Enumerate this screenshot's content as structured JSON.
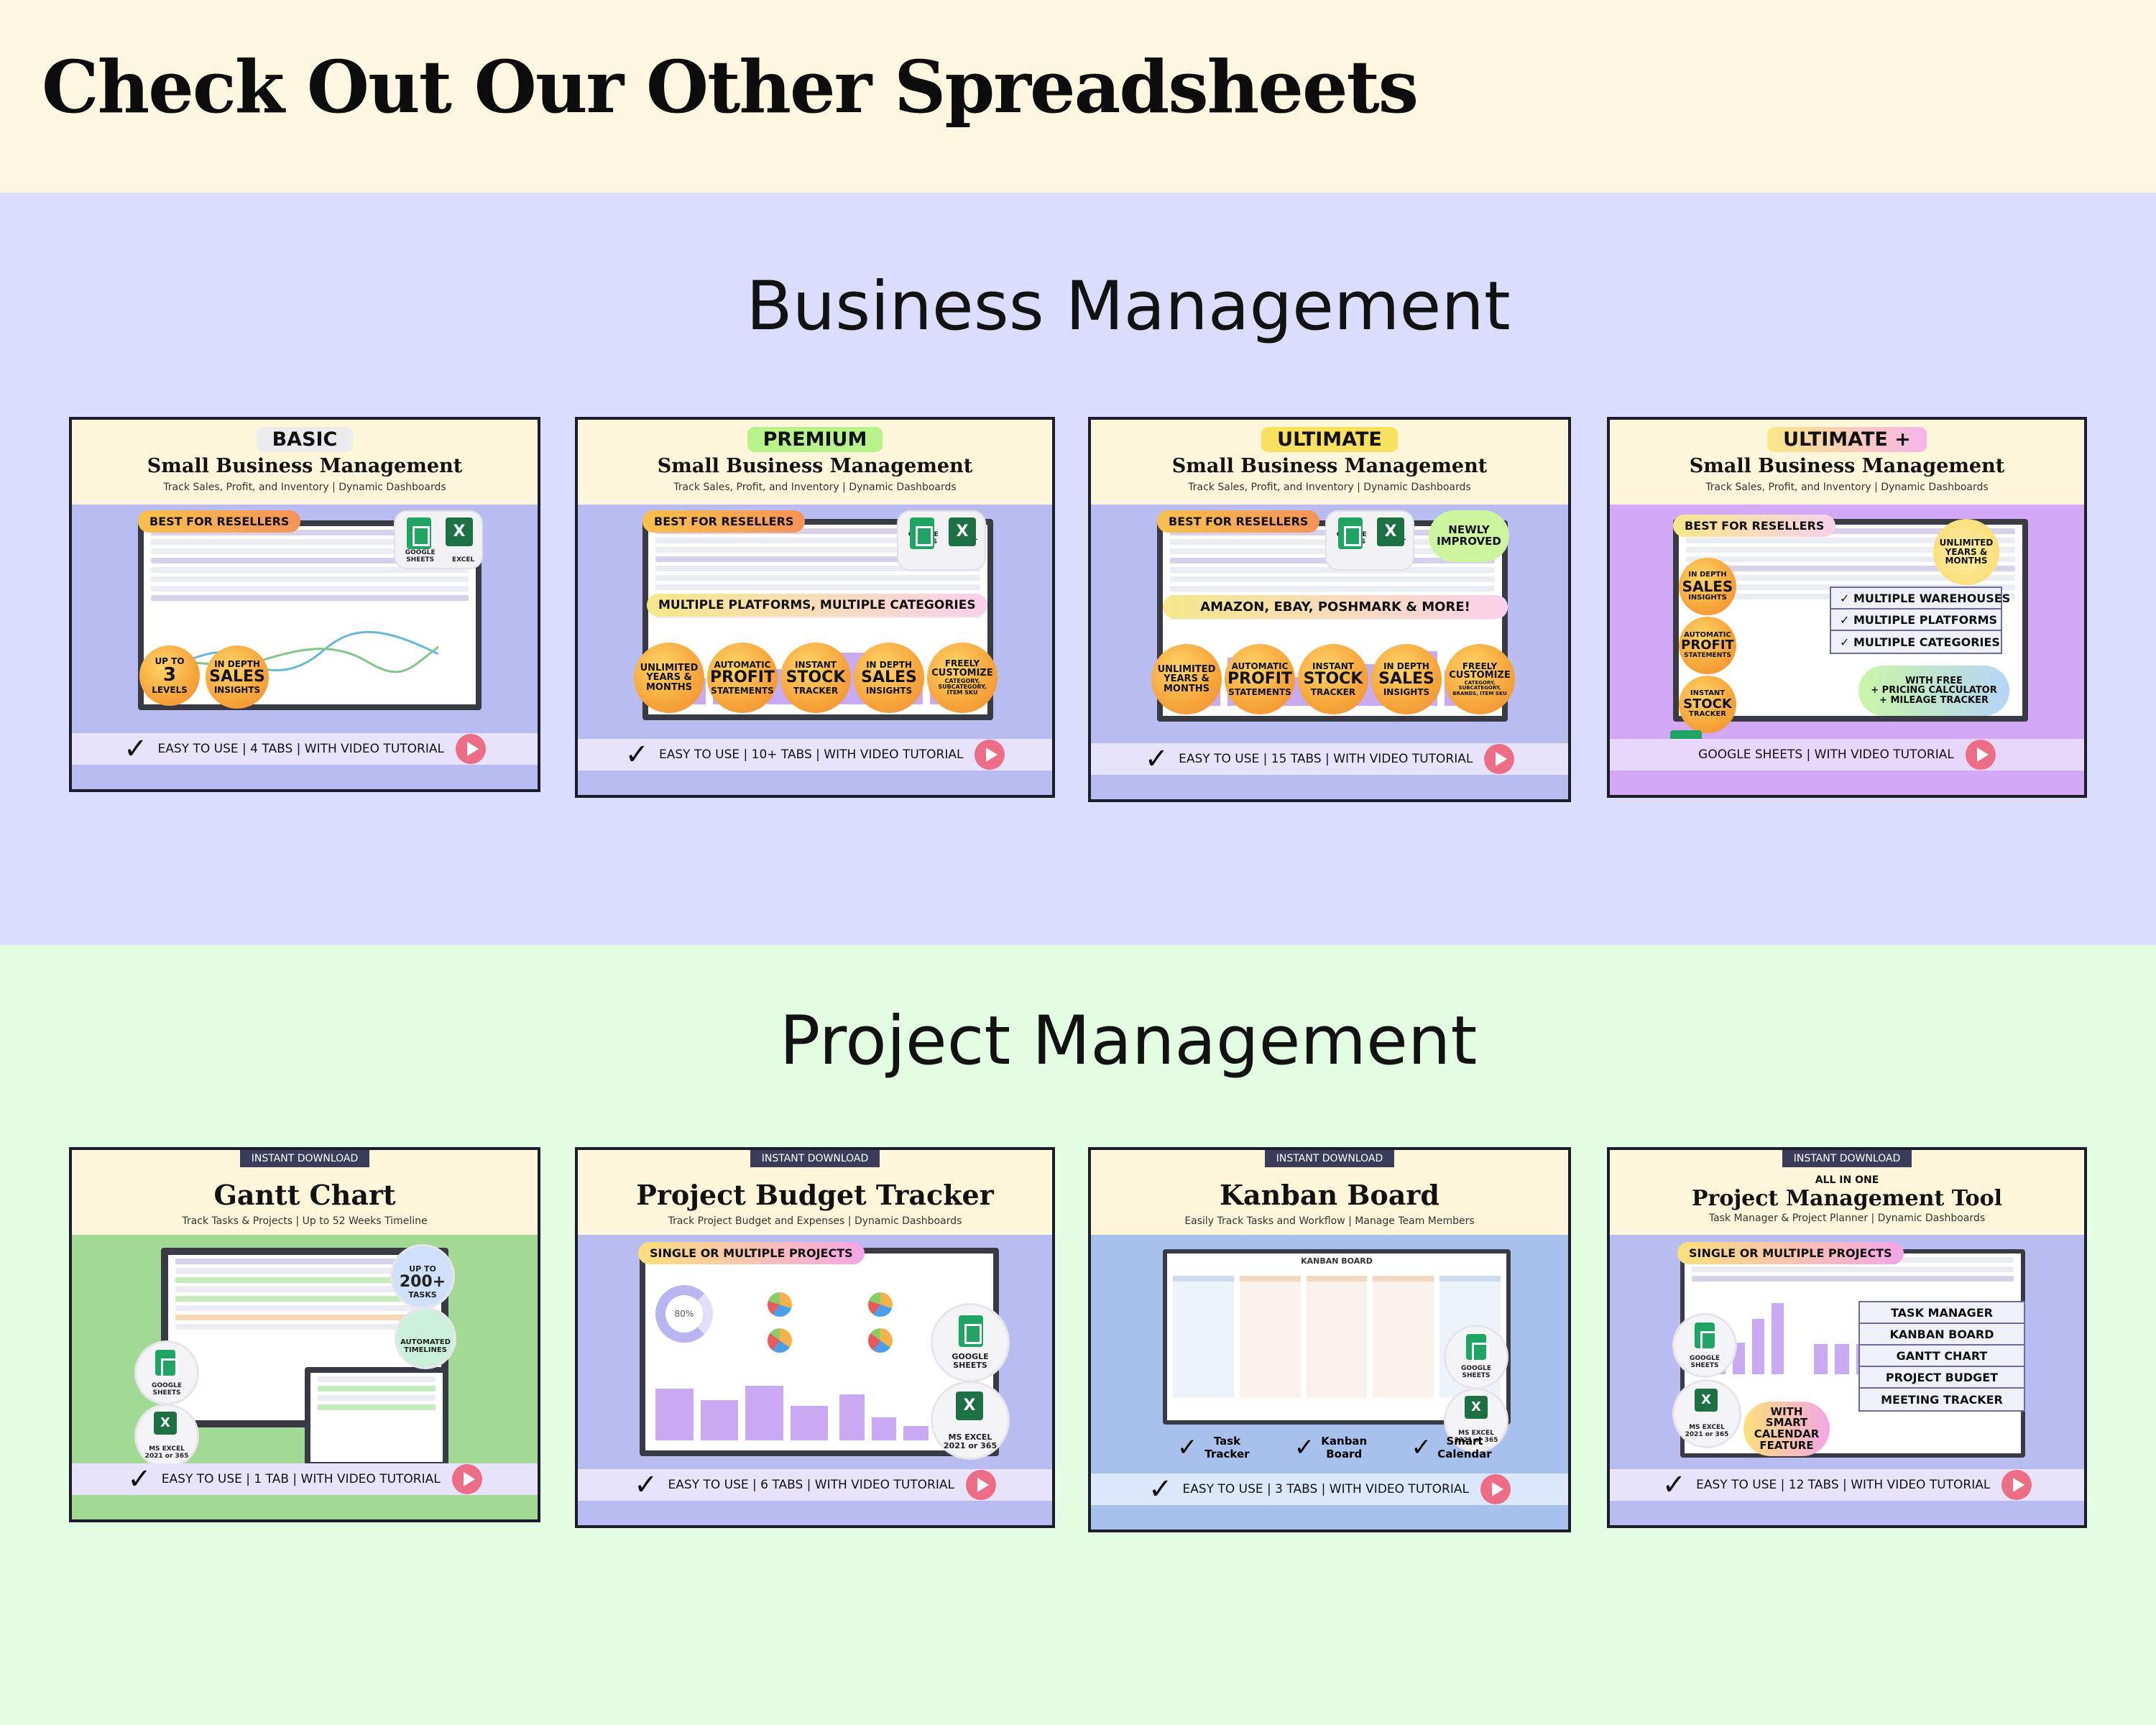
{
  "page_title": "Check Out Our Other Spreadsheets",
  "sections": {
    "business": "Business Management",
    "project": "Project Management"
  },
  "common": {
    "best_for_resellers": "BEST FOR RESELLERS",
    "google_sheets": "GOOGLE SHEETS",
    "excel": "EXCEL",
    "ms_excel": "MS EXCEL",
    "ms_excel_ver": "2021 or 365",
    "sbm_title": "Small Business Management",
    "sbm_sub": "Track Sales, Profit, and Inventory  |  Dynamic Dashboards",
    "instant_download": "INSTANT DOWNLOAD"
  },
  "business_cards": [
    {
      "tier": "BASIC",
      "tier_color": "#ececef",
      "body_color": "#b9bcf0",
      "badge_up_to": "UP TO",
      "badge_levels_num": "3",
      "badge_levels": "LEVELS",
      "badge_in_depth": "IN DEPTH",
      "badge_sales": "SALES",
      "badge_insights": "INSIGHTS",
      "footer": "EASY TO USE  |  4 TABS  |  WITH VIDEO TUTORIAL"
    },
    {
      "tier": "PREMIUM",
      "tier_color": "#b9f28a",
      "body_color": "#b9bcf0",
      "banner": "MULTIPLE PLATFORMS, MULTIPLE CATEGORIES",
      "badges": [
        "UNLIMITED YEARS & MONTHS",
        "PROFIT",
        "STOCK",
        "SALES",
        "CUSTOMIZE"
      ],
      "badge_tops": [
        "",
        "AUTOMATIC",
        "INSTANT",
        "IN DEPTH",
        "FREELY"
      ],
      "badge_bottoms": [
        "",
        "STATEMENTS",
        "TRACKER",
        "INSIGHTS",
        "CATEGORY, SUBCATEGORY, ITEM SKU"
      ],
      "footer": "EASY TO USE  |  10+ TABS  |  WITH VIDEO TUTORIAL"
    },
    {
      "tier": "ULTIMATE",
      "tier_color": "#f7e15e",
      "body_color": "#b9bcf0",
      "newly": "NEWLY IMPROVED",
      "banner": "AMAZON, EBAY, POSHMARK & MORE!",
      "badge_tops": [
        "",
        "AUTOMATIC",
        "INSTANT",
        "IN DEPTH",
        "FREELY"
      ],
      "badges": [
        "UNLIMITED YEARS & MONTHS",
        "PROFIT",
        "STOCK",
        "SALES",
        "CUSTOMIZE"
      ],
      "badge_bottoms": [
        "",
        "STATEMENTS",
        "TRACKER",
        "INSIGHTS",
        "CATEGORY, SUBCATEGORY, BRANDS, ITEM SKU"
      ],
      "footer": "EASY TO USE  |  15 TABS  |  WITH VIDEO TUTORIAL"
    },
    {
      "tier": "ULTIMATE +",
      "tier_color": "#f9e889",
      "body_color": "#d3a8f5",
      "unlimited": "UNLIMITED YEARS & MONTHS",
      "left_badges_top": [
        "IN DEPTH",
        "AUTOMATIC",
        "INSTANT"
      ],
      "left_badges": [
        "SALES",
        "PROFIT",
        "STOCK"
      ],
      "left_badges_bottom": [
        "INSIGHTS",
        "STATEMENTS",
        "TRACKER"
      ],
      "checks": [
        "MULTIPLE WAREHOUSES",
        "MULTIPLE PLATFORMS",
        "MULTIPLE CATEGORIES"
      ],
      "free_line1": "WITH FREE",
      "free_line2": "+ PRICING CALCULATOR",
      "free_line3": "+ MILEAGE TRACKER",
      "footer": "GOOGLE SHEETS  |  WITH VIDEO TUTORIAL"
    }
  ],
  "project_cards": [
    {
      "title": "Gantt Chart",
      "sub": "Track Tasks & Projects  |  Up to 52 Weeks  Timeline",
      "body_color": "#a2d994",
      "tasks_up_to": "UP TO",
      "tasks_num": "200+",
      "tasks": "TASKS",
      "automated": "AUTOMATED TIMELINES",
      "footer": "EASY TO USE  |  1 TAB  |  WITH VIDEO TUTORIAL"
    },
    {
      "title": "Project Budget Tracker",
      "sub": "Track Project Budget and Expenses  |  Dynamic Dashboards",
      "body_color": "#b9bcf0",
      "pill": "SINGLE OR MULTIPLE PROJECTS",
      "donut_value": "80%",
      "footer": "EASY TO USE  |  6 TABS  |  WITH VIDEO TUTORIAL"
    },
    {
      "title": "Kanban Board",
      "sub": "Easily Track Tasks and Workflow  |  Manage Team Members",
      "body_color": "#a7c1ec",
      "board_title": "KANBAN BOARD",
      "features": [
        "Task Tracker",
        "Kanban Board",
        "Smart Calendar"
      ],
      "footer": "EASY TO USE  |  3 TABS  |  WITH VIDEO TUTORIAL"
    },
    {
      "all_in_one": "ALL IN ONE",
      "title": "Project Management Tool",
      "sub": "Task Manager & Project Planner | Dynamic Dashboards",
      "body_color": "#b9bcf0",
      "pill": "SINGLE OR MULTIPLE PROJECTS",
      "list": [
        "TASK MANAGER",
        "KANBAN BOARD",
        "GANTT CHART",
        "PROJECT BUDGET",
        "MEETING TRACKER"
      ],
      "smart": "WITH SMART CALENDAR FEATURE",
      "footer": "EASY TO USE  |  12 TABS  |  WITH VIDEO TUTORIAL"
    }
  ],
  "colors": {
    "header_bg": "#fdf6e0",
    "business_bg": "#dcdcfd",
    "project_bg": "#e3fde2",
    "play": "#ee6d86"
  }
}
